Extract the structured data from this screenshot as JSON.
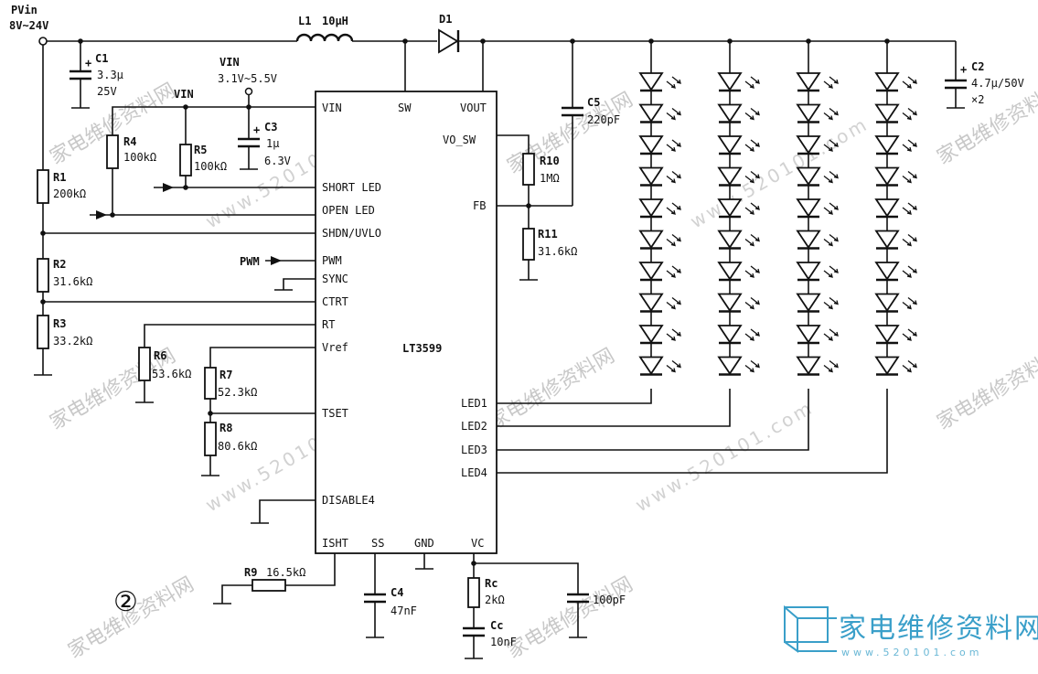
{
  "figure_number": "②",
  "watermark": {
    "cn": "家电维修资料网",
    "url_text": "www.520101.com",
    "logo_cn": "家电维修资料网",
    "logo_url": "www.520101.com"
  },
  "supply": {
    "pvin_label": "PVin",
    "pvin_range": "8V~24V",
    "vin_label": "VIN",
    "vin_range": "3.1V~5.5V",
    "vin_label2": "VIN"
  },
  "ic": {
    "name": "LT3599",
    "pins_left": [
      "VIN",
      "SHORT LED",
      "OPEN LED",
      "SHDN/UVLO",
      "PWM",
      "SYNC",
      "CTRT",
      "RT",
      "Vref",
      "TSET",
      "DISABLE4"
    ],
    "pins_top": [
      "SW",
      "VOUT"
    ],
    "pins_right": [
      "VO_SW",
      "FB",
      "LED1",
      "LED2",
      "LED3",
      "LED4"
    ],
    "pins_bottom": [
      "ISHT",
      "SS",
      "GND",
      "VC"
    ]
  },
  "signals": {
    "pwm": "PWM"
  },
  "components": {
    "L1": {
      "ref": "L1",
      "value": "10μH"
    },
    "D1": {
      "ref": "D1"
    },
    "C1": {
      "ref": "C1",
      "value": "3.3μ",
      "rating": "25V"
    },
    "C2": {
      "ref": "C2",
      "value": "4.7μ/50V",
      "mult": "×2"
    },
    "C3": {
      "ref": "C3",
      "value": "1μ",
      "rating": "6.3V"
    },
    "C4": {
      "ref": "C4",
      "value": "47nF"
    },
    "C5": {
      "ref": "C5",
      "value": "220pF"
    },
    "Cc": {
      "ref": "Cc",
      "value": "10nF"
    },
    "Cvc": {
      "value": "100pF"
    },
    "R1": {
      "ref": "R1",
      "value": "200kΩ"
    },
    "R2": {
      "ref": "R2",
      "value": "31.6kΩ"
    },
    "R3": {
      "ref": "R3",
      "value": "33.2kΩ"
    },
    "R4": {
      "ref": "R4",
      "value": "100kΩ"
    },
    "R5": {
      "ref": "R5",
      "value": "100kΩ"
    },
    "R6": {
      "ref": "R6",
      "value": "53.6kΩ"
    },
    "R7": {
      "ref": "R7",
      "value": "52.3kΩ"
    },
    "R8": {
      "ref": "R8",
      "value": "80.6kΩ"
    },
    "R9": {
      "ref": "R9",
      "value": "16.5kΩ"
    },
    "R10": {
      "ref": "R10",
      "value": "1MΩ"
    },
    "R11": {
      "ref": "R11",
      "value": "31.6kΩ"
    },
    "Rc": {
      "ref": "Rc",
      "value": "2kΩ"
    }
  },
  "led_strings": {
    "count": 4,
    "leds_per_string": 10
  }
}
